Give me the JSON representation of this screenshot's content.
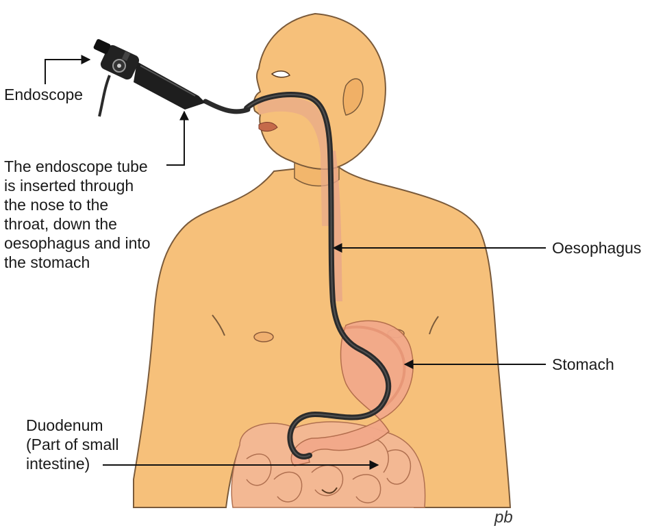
{
  "labels": {
    "endoscope": "Endoscope",
    "tube": "The endoscope tube\nis inserted through\nthe nose to the\nthroat, down the\noesophagus and into\nthe stomach",
    "oesophagus": "Oesophagus",
    "stomach": "Stomach",
    "duodenum": "Duodenum\n(Part of small\nintestine)",
    "artist_mark": "pb"
  },
  "colors": {
    "skin": "#f6c07a",
    "skin_shadow": "#d99a52",
    "outline": "#7a5a3a",
    "scope": "#2b2b2b",
    "stomach": "#f2a98a",
    "intestine": "#f3b893",
    "leader_line": "#111111"
  }
}
